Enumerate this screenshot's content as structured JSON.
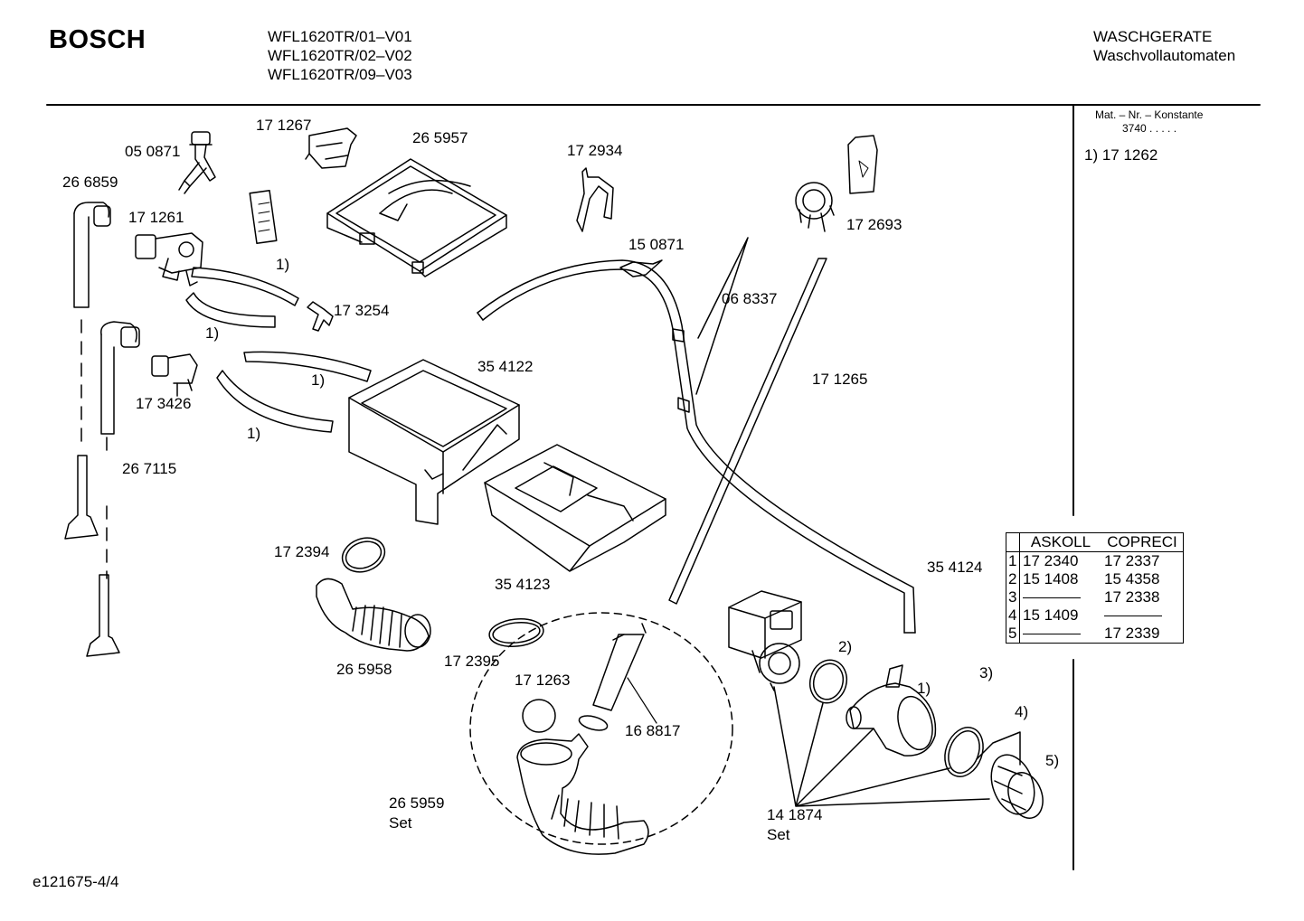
{
  "header": {
    "brand": "BOSCH",
    "models": [
      "WFL1620TR/01–V01",
      "WFL1620TR/02–V02",
      "WFL1620TR/09–V03"
    ],
    "category": [
      "WASCHGERATE",
      "Waschvollautomaten"
    ]
  },
  "side_panel": {
    "mat_label": "Mat. – Nr. – Konstante",
    "mat_value": "3740  .  .  .  .  .",
    "note": "1)  17 1262"
  },
  "parts": {
    "p050871": "05 0871",
    "p171267": "17 1267",
    "p265957": "26 5957",
    "p172934": "17 2934",
    "p172693": "17 2693",
    "p266859": "26 6859",
    "p171261": "17 1261",
    "p150871": "15 0871",
    "p068337": "06 8337",
    "p173254": "17 3254",
    "p354122": "35 4122",
    "p171265": "17 1265",
    "p173426": "17 3426",
    "p267115": "26 7115",
    "p172394": "17 2394",
    "p354123": "35 4123",
    "p354124": "35 4124",
    "p265958": "26 5958",
    "p172395": "17 2395",
    "p171263": "17 1263",
    "p168817": "16 8817",
    "p265959": "26 5959",
    "p141874": "14 1874",
    "set": "Set",
    "n1": "1)",
    "n2": "2)",
    "n3": "3)",
    "n4": "4)",
    "n5": "5)"
  },
  "supplier_table": {
    "headers": [
      "ASKOLL",
      "COPRECI"
    ],
    "rows": [
      {
        "idx": "1",
        "askoll": "17 2340",
        "copreci": "17 2337"
      },
      {
        "idx": "2",
        "askoll": "15 1408",
        "copreci": "15 4358"
      },
      {
        "idx": "3",
        "askoll": "",
        "copreci": "17 2338"
      },
      {
        "idx": "4",
        "askoll": "15 1409",
        "copreci": ""
      },
      {
        "idx": "5",
        "askoll": "",
        "copreci": "17 2339"
      }
    ]
  },
  "footer": {
    "ref": "e121675-4/4"
  }
}
